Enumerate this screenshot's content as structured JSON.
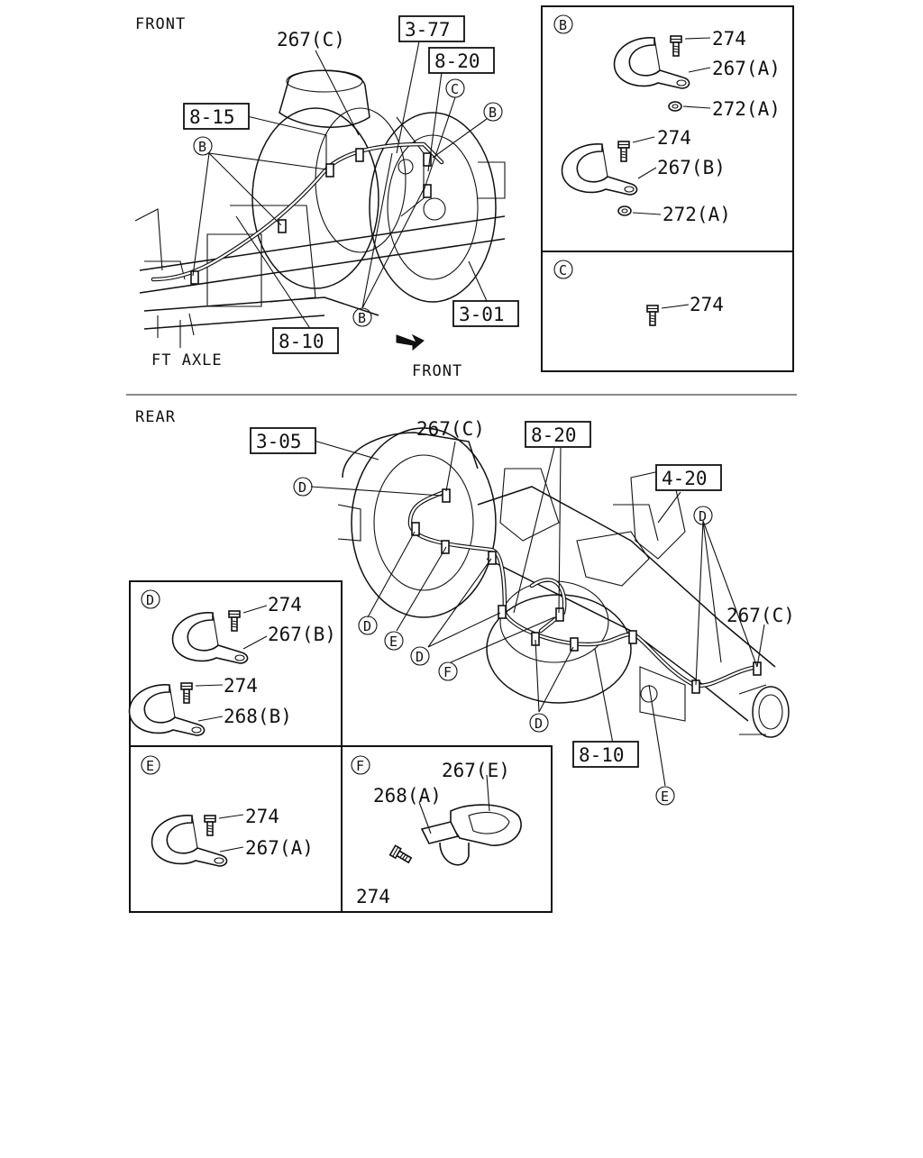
{
  "sections": {
    "front_title": "FRONT",
    "rear_title": "REAR",
    "axle_label": "FT AXLE",
    "arrow_label": "FRONT"
  },
  "boxed_refs": {
    "r_3_77": "3-77",
    "r_8_20_front": "8-20",
    "r_8_15": "8-15",
    "r_8_10_front": "8-10",
    "r_3_01": "3-01",
    "r_3_05": "3-05",
    "r_8_20_rear": "8-20",
    "r_4_20": "4-20",
    "r_8_10_rear": "8-10"
  },
  "front_callouts": {
    "c267c": "267(C)",
    "cB1": "B",
    "cC": "C",
    "cB2": "B",
    "cB3": "B"
  },
  "rear_callouts": {
    "c267c_top": "267(C)",
    "c267c_right": "267(C)",
    "cD1": "D",
    "cD2": "D",
    "cE1": "E",
    "cD3": "D",
    "cF": "F",
    "cD4": "D",
    "cD5": "D",
    "cE2": "E"
  },
  "detail_B": {
    "letter": "B",
    "p1_bolt": "274",
    "p1_clip": "267(A)",
    "p1_nut": "272(A)",
    "p2_bolt": "274",
    "p2_clip": "267(B)",
    "p2_nut": "272(A)"
  },
  "detail_C": {
    "letter": "C",
    "bolt": "274"
  },
  "detail_D": {
    "letter": "D",
    "p1_bolt": "274",
    "p1_clip": "267(B)",
    "p2_bolt": "274",
    "p2_clip": "268(B)"
  },
  "detail_E": {
    "letter": "E",
    "bolt": "274",
    "clip": "267(A)"
  },
  "detail_F": {
    "letter": "F",
    "clip_e": "267(E)",
    "clip_a": "268(A)",
    "bolt": "274"
  }
}
